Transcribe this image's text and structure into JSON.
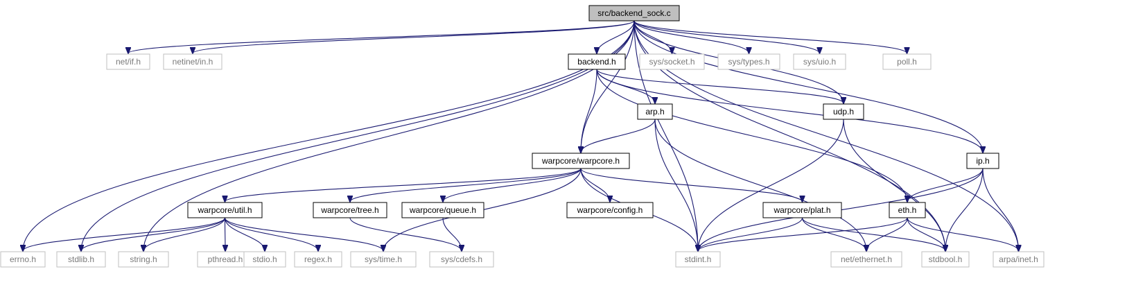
{
  "colors": {
    "edge": "#191970",
    "root_fill": "#bfbfbf",
    "defined_border": "#000000",
    "external_border": "#bfbfbf",
    "external_text": "#7a7a7a",
    "text": "#000000"
  },
  "nodes": [
    {
      "id": "backend_sock",
      "label": "src/backend_sock.c",
      "kind": "root"
    },
    {
      "id": "net_if",
      "label": "net/if.h",
      "kind": "external"
    },
    {
      "id": "netinet_in",
      "label": "netinet/in.h",
      "kind": "external"
    },
    {
      "id": "backend",
      "label": "backend.h",
      "kind": "defined"
    },
    {
      "id": "sys_socket",
      "label": "sys/socket.h",
      "kind": "external"
    },
    {
      "id": "sys_types",
      "label": "sys/types.h",
      "kind": "external"
    },
    {
      "id": "sys_uio",
      "label": "sys/uio.h",
      "kind": "external"
    },
    {
      "id": "poll",
      "label": "poll.h",
      "kind": "external"
    },
    {
      "id": "arp",
      "label": "arp.h",
      "kind": "defined"
    },
    {
      "id": "udp",
      "label": "udp.h",
      "kind": "defined"
    },
    {
      "id": "warpcore",
      "label": "warpcore/warpcore.h",
      "kind": "defined"
    },
    {
      "id": "ip",
      "label": "ip.h",
      "kind": "defined"
    },
    {
      "id": "util",
      "label": "warpcore/util.h",
      "kind": "defined"
    },
    {
      "id": "tree",
      "label": "warpcore/tree.h",
      "kind": "defined"
    },
    {
      "id": "queue",
      "label": "warpcore/queue.h",
      "kind": "defined"
    },
    {
      "id": "config",
      "label": "warpcore/config.h",
      "kind": "defined"
    },
    {
      "id": "plat",
      "label": "warpcore/plat.h",
      "kind": "defined"
    },
    {
      "id": "eth",
      "label": "eth.h",
      "kind": "defined"
    },
    {
      "id": "errno",
      "label": "errno.h",
      "kind": "external"
    },
    {
      "id": "stdlib",
      "label": "stdlib.h",
      "kind": "external"
    },
    {
      "id": "string",
      "label": "string.h",
      "kind": "external"
    },
    {
      "id": "pthread",
      "label": "pthread.h",
      "kind": "external"
    },
    {
      "id": "stdio",
      "label": "stdio.h",
      "kind": "external"
    },
    {
      "id": "regex",
      "label": "regex.h",
      "kind": "external"
    },
    {
      "id": "sys_time",
      "label": "sys/time.h",
      "kind": "external"
    },
    {
      "id": "sys_cdefs",
      "label": "sys/cdefs.h",
      "kind": "external"
    },
    {
      "id": "stdint",
      "label": "stdint.h",
      "kind": "external"
    },
    {
      "id": "net_ethernet",
      "label": "net/ethernet.h",
      "kind": "external"
    },
    {
      "id": "stdbool",
      "label": "stdbool.h",
      "kind": "external"
    },
    {
      "id": "arpa_inet",
      "label": "arpa/inet.h",
      "kind": "external"
    }
  ],
  "edges": [
    [
      "backend_sock",
      "errno"
    ],
    [
      "backend_sock",
      "stdlib"
    ],
    [
      "backend_sock",
      "net_if"
    ],
    [
      "backend_sock",
      "netinet_in"
    ],
    [
      "backend_sock",
      "string"
    ],
    [
      "backend_sock",
      "warpcore"
    ],
    [
      "backend_sock",
      "stdint"
    ],
    [
      "backend_sock",
      "backend"
    ],
    [
      "backend_sock",
      "sys_socket"
    ],
    [
      "backend_sock",
      "sys_types"
    ],
    [
      "backend_sock",
      "sys_uio"
    ],
    [
      "backend_sock",
      "poll"
    ],
    [
      "backend_sock",
      "udp"
    ],
    [
      "backend_sock",
      "ip"
    ],
    [
      "backend_sock",
      "stdbool"
    ],
    [
      "backend_sock",
      "arpa_inet"
    ],
    [
      "backend",
      "arp"
    ],
    [
      "backend",
      "warpcore"
    ],
    [
      "backend",
      "udp"
    ],
    [
      "backend",
      "ip"
    ],
    [
      "backend",
      "eth"
    ],
    [
      "arp",
      "warpcore"
    ],
    [
      "arp",
      "stdint"
    ],
    [
      "arp",
      "net_ethernet"
    ],
    [
      "udp",
      "stdint"
    ],
    [
      "udp",
      "stdbool"
    ],
    [
      "ip",
      "stdint"
    ],
    [
      "ip",
      "eth"
    ],
    [
      "ip",
      "stdbool"
    ],
    [
      "ip",
      "arpa_inet"
    ],
    [
      "warpcore",
      "util"
    ],
    [
      "warpcore",
      "tree"
    ],
    [
      "warpcore",
      "queue"
    ],
    [
      "warpcore",
      "config"
    ],
    [
      "warpcore",
      "plat"
    ],
    [
      "warpcore",
      "stdint"
    ],
    [
      "warpcore",
      "sys_time"
    ],
    [
      "util",
      "errno"
    ],
    [
      "util",
      "stdlib"
    ],
    [
      "util",
      "string"
    ],
    [
      "util",
      "pthread"
    ],
    [
      "util",
      "stdio"
    ],
    [
      "util",
      "regex"
    ],
    [
      "util",
      "sys_time"
    ],
    [
      "tree",
      "sys_cdefs"
    ],
    [
      "queue",
      "sys_cdefs"
    ],
    [
      "plat",
      "stdint"
    ],
    [
      "plat",
      "net_ethernet"
    ],
    [
      "plat",
      "stdbool"
    ],
    [
      "eth",
      "stdint"
    ],
    [
      "eth",
      "net_ethernet"
    ],
    [
      "eth",
      "stdbool"
    ],
    [
      "eth",
      "arpa_inet"
    ]
  ]
}
